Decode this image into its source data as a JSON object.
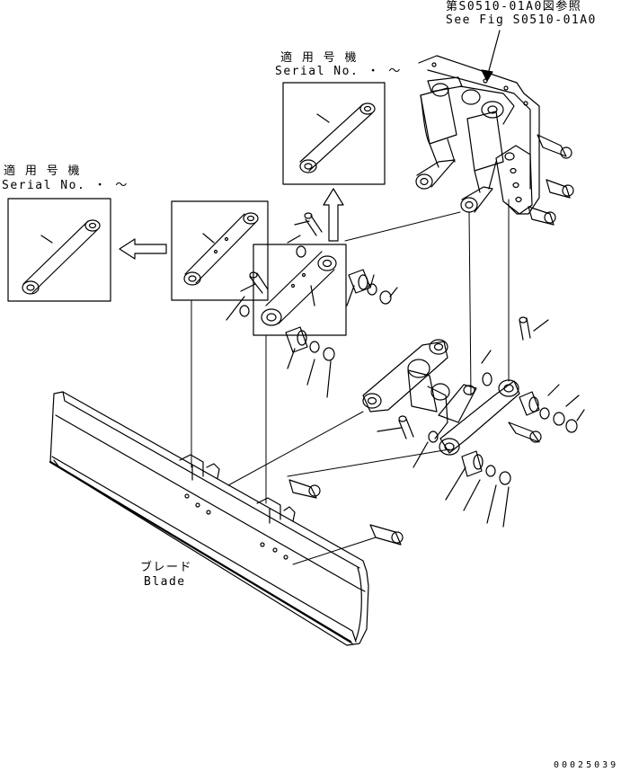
{
  "reference": {
    "line1": "第S0510-01A0図参照",
    "line2": "See Fig S0510-01A0"
  },
  "serial_box_top": {
    "jp": "適 用 号 機",
    "en": "Serial No.  ・ ～"
  },
  "serial_box_left": {
    "jp": "適 用 号 機",
    "en": "Serial No.  ・ ～"
  },
  "blade_label": {
    "jp": "ブレード",
    "en": "Blade"
  },
  "drawing_number": "00025039",
  "colors": {
    "ink": "#000000",
    "paper": "#ffffff"
  }
}
